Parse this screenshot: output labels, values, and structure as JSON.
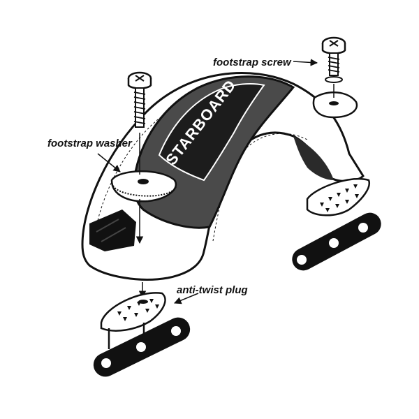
{
  "labels": {
    "footstrap_screw": "footstrap screw",
    "footstrap_washer": "footstrap washer",
    "anti_twist_plug": "anti-twist plug"
  },
  "strap": {
    "brand_text": "STARBOARD"
  },
  "colors": {
    "outline": "#111111",
    "strap_dark": "#4a4a4a",
    "strap_band": "#1c1c1c",
    "pad_light": "#ffffff",
    "insert_black": "#111111"
  }
}
